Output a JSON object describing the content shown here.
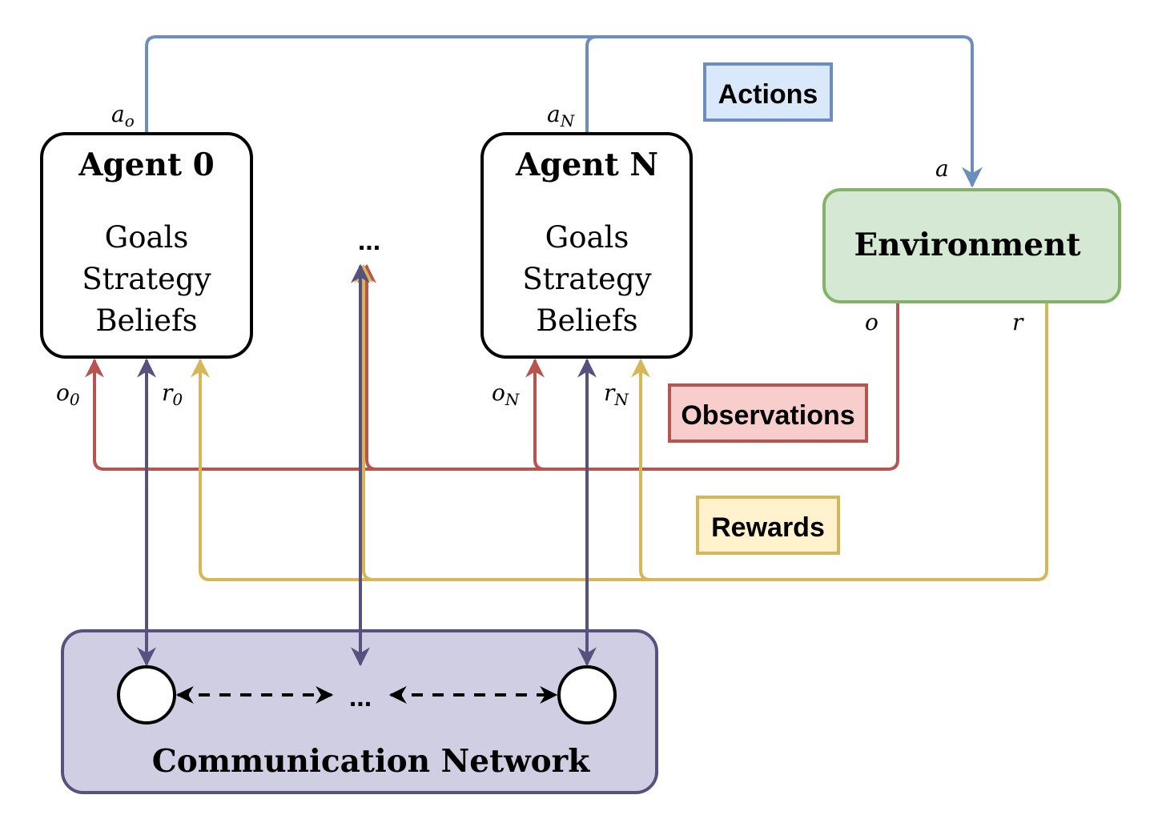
{
  "colors": {
    "actions": "#6c8ebf",
    "observations": "#b85450",
    "rewards": "#d6b656",
    "communication": "#56517e",
    "environment_fill": "#d5e8d4",
    "environment_stroke": "#82b366",
    "network_fill": "#d0cee2",
    "actions_fill": "#dae8fc",
    "observations_fill": "#f8cecc",
    "rewards_fill": "#fff2cc"
  },
  "agent0": {
    "title": "Agent 0",
    "line1": "Goals",
    "line2": "Strategy",
    "line3": "Beliefs"
  },
  "agentN": {
    "title": "Agent N",
    "line1": "Goals",
    "line2": "Strategy",
    "line3": "Beliefs"
  },
  "middle_ellipsis": "...",
  "environment": {
    "title": "Environment"
  },
  "network": {
    "title": "Communication Network",
    "ellipsis": "..."
  },
  "legend": {
    "actions": "Actions",
    "observations": "Observations",
    "rewards": "Rewards"
  },
  "labels": {
    "a0_base": "a",
    "a0_sub": "o",
    "aN_base": "a",
    "aN_sub": "N",
    "a": "a",
    "o": "o",
    "r": "r",
    "o0_base": "o",
    "o0_sub": "0",
    "r0_base": "r",
    "r0_sub": "0",
    "oN_base": "o",
    "oN_sub": "N",
    "rN_base": "r",
    "rN_sub": "N"
  }
}
